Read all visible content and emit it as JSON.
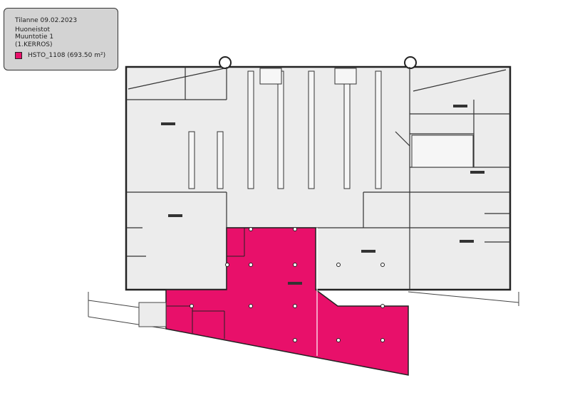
{
  "legend": {
    "date_line": "Tilanne 09.02.2023",
    "category": "Huoneistot",
    "address": "Muuntotie 1",
    "floor": "(1.KERROS)",
    "items": [
      {
        "label": "HSTO_1108 (693.50 m²)",
        "color": "#e8106a"
      }
    ]
  },
  "plan": {
    "highlight_color": "#e8106a",
    "room_fill": "#ececec",
    "wall_color": "#222222"
  }
}
